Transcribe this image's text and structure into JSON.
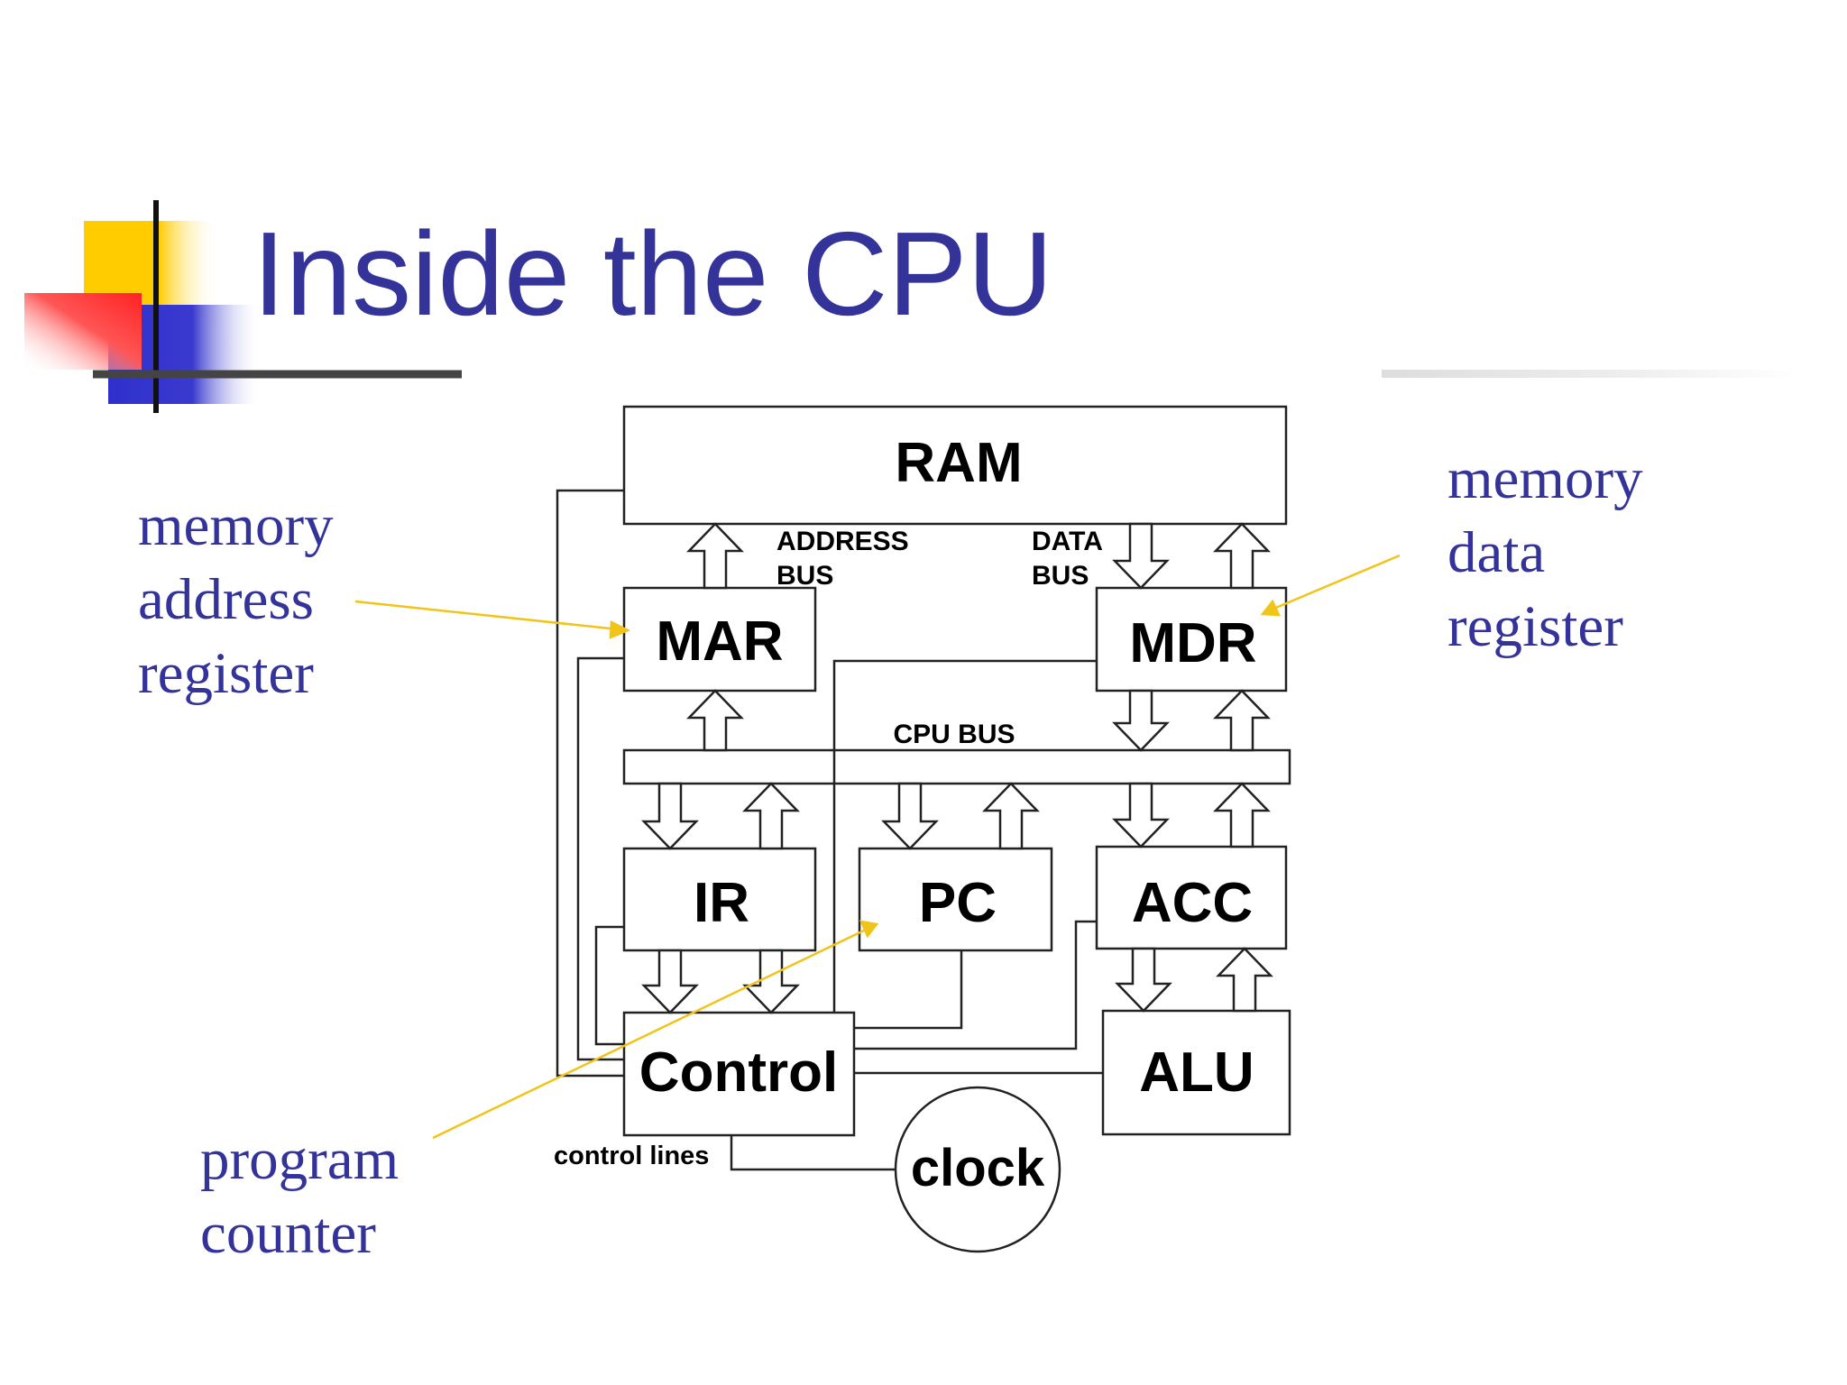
{
  "slide": {
    "title": "Inside the CPU"
  },
  "callouts": {
    "mar": [
      "memory",
      "address",
      "register"
    ],
    "mdr": [
      "memory",
      "data",
      "register"
    ],
    "pc": [
      "program",
      "counter"
    ]
  },
  "diagram": {
    "ram": "RAM",
    "mar": "MAR",
    "mdr": "MDR",
    "ir": "IR",
    "pc": "PC",
    "acc": "ACC",
    "control": "Control",
    "alu": "ALU",
    "clock": "clock",
    "address_bus_line1": "ADDRESS",
    "address_bus_line2": "BUS",
    "data_bus_line1": "DATA",
    "data_bus_line2": "BUS",
    "cpu_bus": "CPU BUS",
    "control_lines": "control lines"
  },
  "colors": {
    "title": "#333399",
    "callout_text": "#333399",
    "pointer_line": "#f0c419",
    "deco_yellow": "#ffcc00",
    "deco_red": "#ff3333",
    "deco_blue": "#3333cc"
  }
}
